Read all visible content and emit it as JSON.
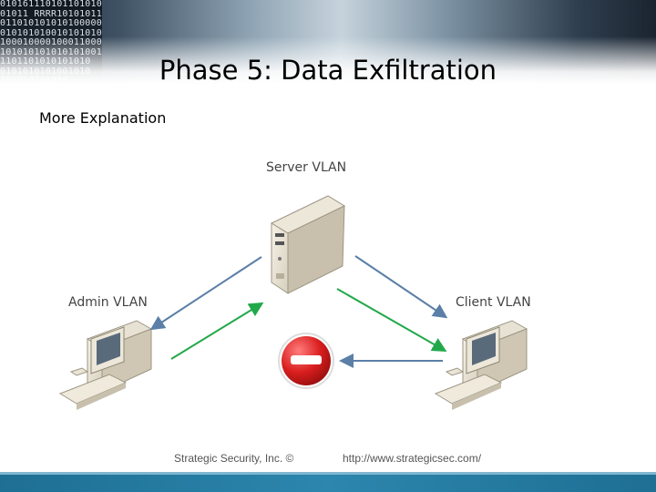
{
  "slide": {
    "title": "Phase 5: Data Exfiltration",
    "subtitle": "More Explanation",
    "banner_binary": "0101611101011010101\n01011 RRRR10101011\n0110101010101000001\n0101010100101010100\n1000100001000110001\n10101010101010100101\n1101101010101010\n0101010101001010\n101010101010"
  },
  "diagram": {
    "server_label": "Server VLAN",
    "admin_label": "Admin VLAN",
    "client_label": "Client VLAN",
    "icons": [
      "server-icon",
      "workstation-icon",
      "workstation-icon",
      "no-entry-icon"
    ],
    "colors": {
      "blue_arrow": "#5b7fa7",
      "green_arrow": "#22a84a",
      "blocked": "#c8102e"
    }
  },
  "footer": {
    "left_text": "Strategic Security, Inc. ©",
    "right_text": "http://www.strategicsec.com/",
    "bar_color": "#2c86ad"
  }
}
